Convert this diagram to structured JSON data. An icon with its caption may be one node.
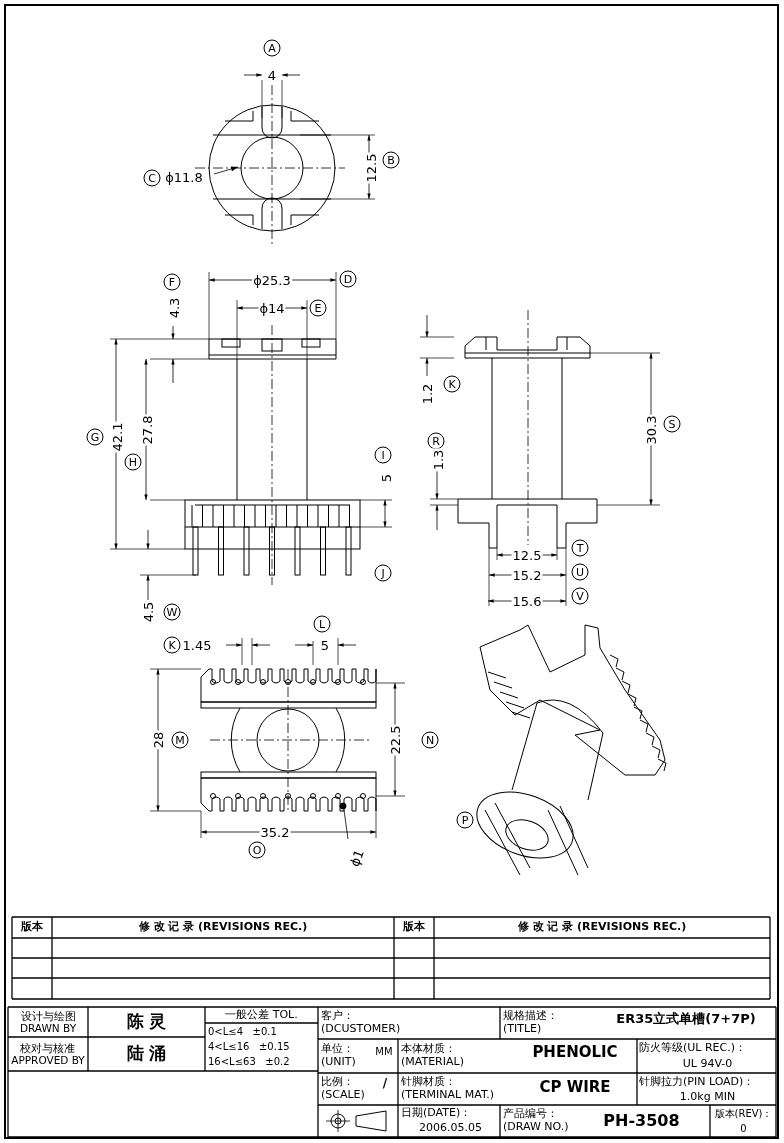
{
  "diagram": {
    "nodes": [
      {
        "text": [
          "ϕ11.8"
        ]
      },
      {
        "text": [
          "ϕ1"
        ]
      },
      {
        "text": [],
        "shape": "circle"
      }
    ],
    "edges": [
      {
        "from": 0,
        "to": null,
        "arrow": "to"
      },
      {
        "from": 1,
        "to": 2,
        "arrow": "none"
      }
    ],
    "labels": [
      "A",
      "4",
      "12.5",
      "B",
      "C",
      "F",
      "ϕ25.3",
      "D",
      "4.3",
      "ϕ14",
      "E",
      "G",
      "42.1",
      "27.8",
      "H",
      "I",
      "5",
      "J",
      "1.2",
      "K",
      "R",
      "1.3",
      "30.3",
      "S",
      "12.5",
      "T",
      "15.2",
      "U",
      "15.6",
      "V",
      "4.5",
      "W",
      "K",
      "1.45",
      "L",
      "5",
      "28",
      "M",
      "22.5",
      "N",
      "35.2",
      "O",
      "P",
      "版本",
      "修 改 记 录 (REVISIONS REC.)",
      "版本",
      "修 改 记 录 (REVISIONS REC.)",
      "设计与绘图 DRAWN BY",
      "陈 灵",
      "一般公差 TOL.",
      "0<L≤4 ±0.1",
      "4<L≤16 ±0.15",
      "16<L≤63 ±0.2",
      "客户： (DCUSTOMER)",
      "规格描述： (TITLE)",
      "ER35立式单槽(7+7P)",
      "校对与核准 APPROVED BY",
      "陆 涌",
      "单位： (UNIT)",
      "MM",
      "本体材质： (MATERIAL)",
      "PHENOLIC",
      "防火等级(UL REC.)：",
      "UL 94V-0",
      "比例： (SCALE)",
      "/",
      "针脚材质： (TERMINAL MAT.)",
      "CP WIRE",
      "针脚拉力(PIN LOAD)：",
      "1.0kg MIN",
      "日期(DATE)：",
      "2006.05.05",
      "产品编号： (DRAW NO.)",
      "PH-3508",
      "版本(REV)：",
      "0"
    ]
  }
}
